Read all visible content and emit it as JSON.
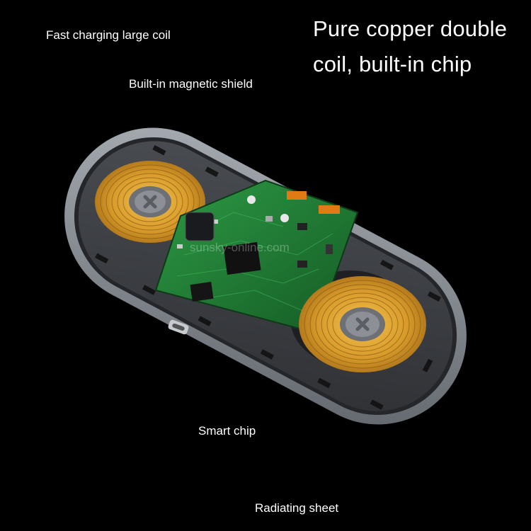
{
  "headline": {
    "line1": "Pure copper double",
    "line2": "coil, built-in chip"
  },
  "callouts": {
    "fast_charging_coil": "Fast charging large coil",
    "magnetic_shield": "Built-in magnetic shield",
    "smart_chip": "Smart chip",
    "radiating_sheet": "Radiating sheet"
  },
  "watermark": "sunsky-online.com",
  "colors": {
    "background": "#000000",
    "pad_frame": "#8f959c",
    "pad_base": "#3c3f44",
    "coil_copper": "#d9a53a",
    "pcb_green": "#1f7a32",
    "text": "#ffffff"
  }
}
